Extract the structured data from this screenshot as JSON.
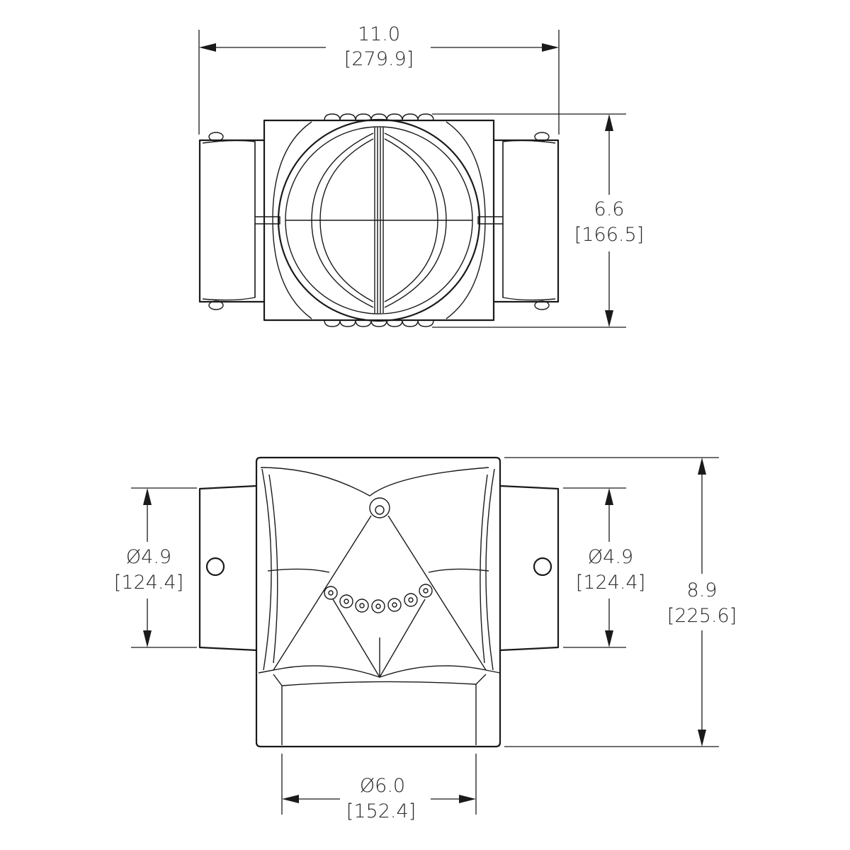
{
  "dimensions": {
    "top_width": {
      "value": "11.0",
      "metric": "[279.9]"
    },
    "top_height": {
      "value": "6.6",
      "metric": "[166.5]"
    },
    "left_outlet_dia": {
      "value": "Ø4.9",
      "metric": "[124.4]"
    },
    "right_outlet_dia": {
      "value": "Ø4.9",
      "metric": "[124.4]"
    },
    "front_height": {
      "value": "8.9",
      "metric": "[225.6]"
    },
    "inlet_dia": {
      "value": "Ø6.0",
      "metric": "[152.4]"
    }
  },
  "colors": {
    "line": "#1a1a1a",
    "background": "#ffffff"
  }
}
